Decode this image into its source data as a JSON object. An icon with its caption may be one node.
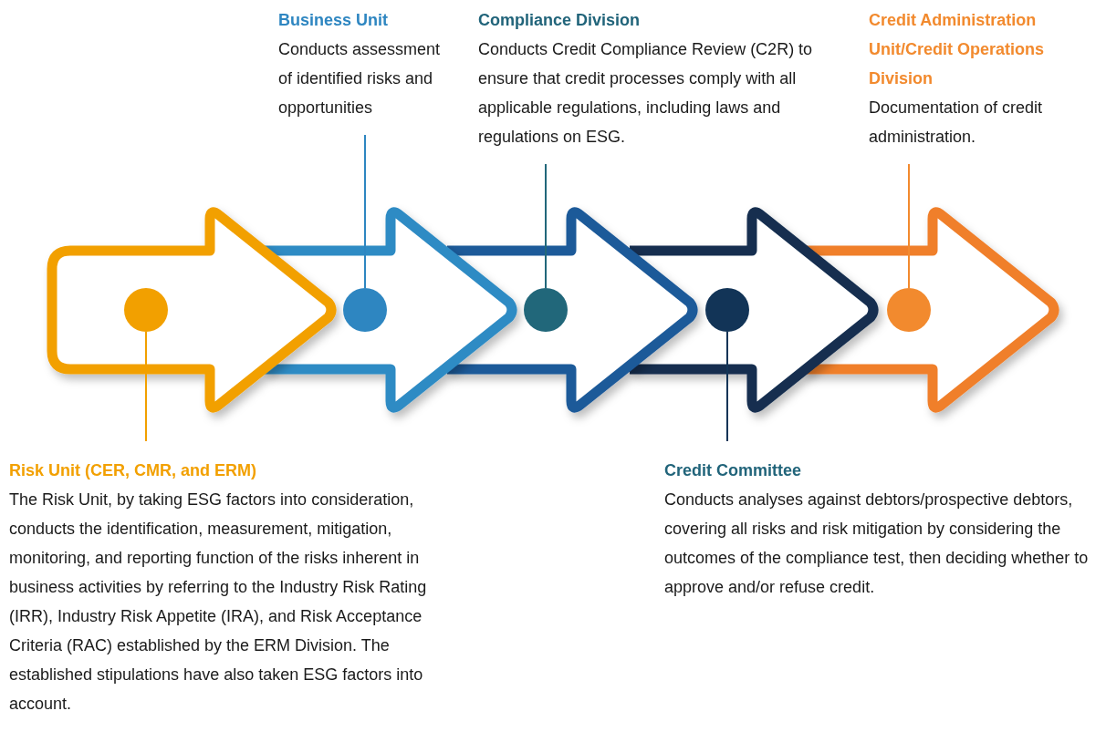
{
  "diagram": {
    "nodes": [
      {
        "text": [
          "Business Unit",
          "Conducts assessment of identified risks and opportunities"
        ]
      },
      {
        "text": [
          "Compliance Division",
          "Conducts Credit Compliance Review (C2R) to ensure that credit processes comply with all applicable regulations, including laws and regulations on ESG."
        ]
      },
      {
        "text": [
          "Credit Administration Unit/Credit Operations Division",
          "Documentation of credit administration."
        ]
      },
      {
        "text": [
          "Risk Unit (CER, CMR, and ERM)",
          "The Risk Unit, by taking ESG factors into consideration, conducts the identification, measurement, mitigation, monitoring, and reporting function of the risks inherent in business activities by referring to the Industry Risk Rating (IRR), Industry Risk Appetite (IRA), and Risk Acceptance Criteria (RAC) established by the ERM Division. The established stipulations have also taken ESG factors into account."
        ]
      },
      {
        "text": [
          "Credit Committee",
          "Conducts analyses against debtors/prospective debtors, covering all risks and risk mitigation by considering the outcomes of the compliance test, then deciding whether to approve and/or refuse credit."
        ]
      },
      {
        "text": [],
        "shape": "circle"
      },
      {
        "text": [],
        "shape": "circle"
      },
      {
        "text": [],
        "shape": "circle"
      },
      {
        "text": [],
        "shape": "circle"
      },
      {
        "text": [],
        "shape": "circle"
      }
    ],
    "edges": [
      {
        "from": 0,
        "to": 6,
        "arrow": "none",
        "color": "#2e86c1"
      },
      {
        "from": 1,
        "to": 7,
        "arrow": "none",
        "color": "#21677a"
      },
      {
        "from": 2,
        "to": 9,
        "arrow": "none",
        "color": "#f28a2e"
      },
      {
        "from": 3,
        "to": 5,
        "arrow": "none",
        "color": "#f2a000"
      },
      {
        "from": 4,
        "to": 8,
        "arrow": "none",
        "color": "#123457"
      }
    ]
  }
}
